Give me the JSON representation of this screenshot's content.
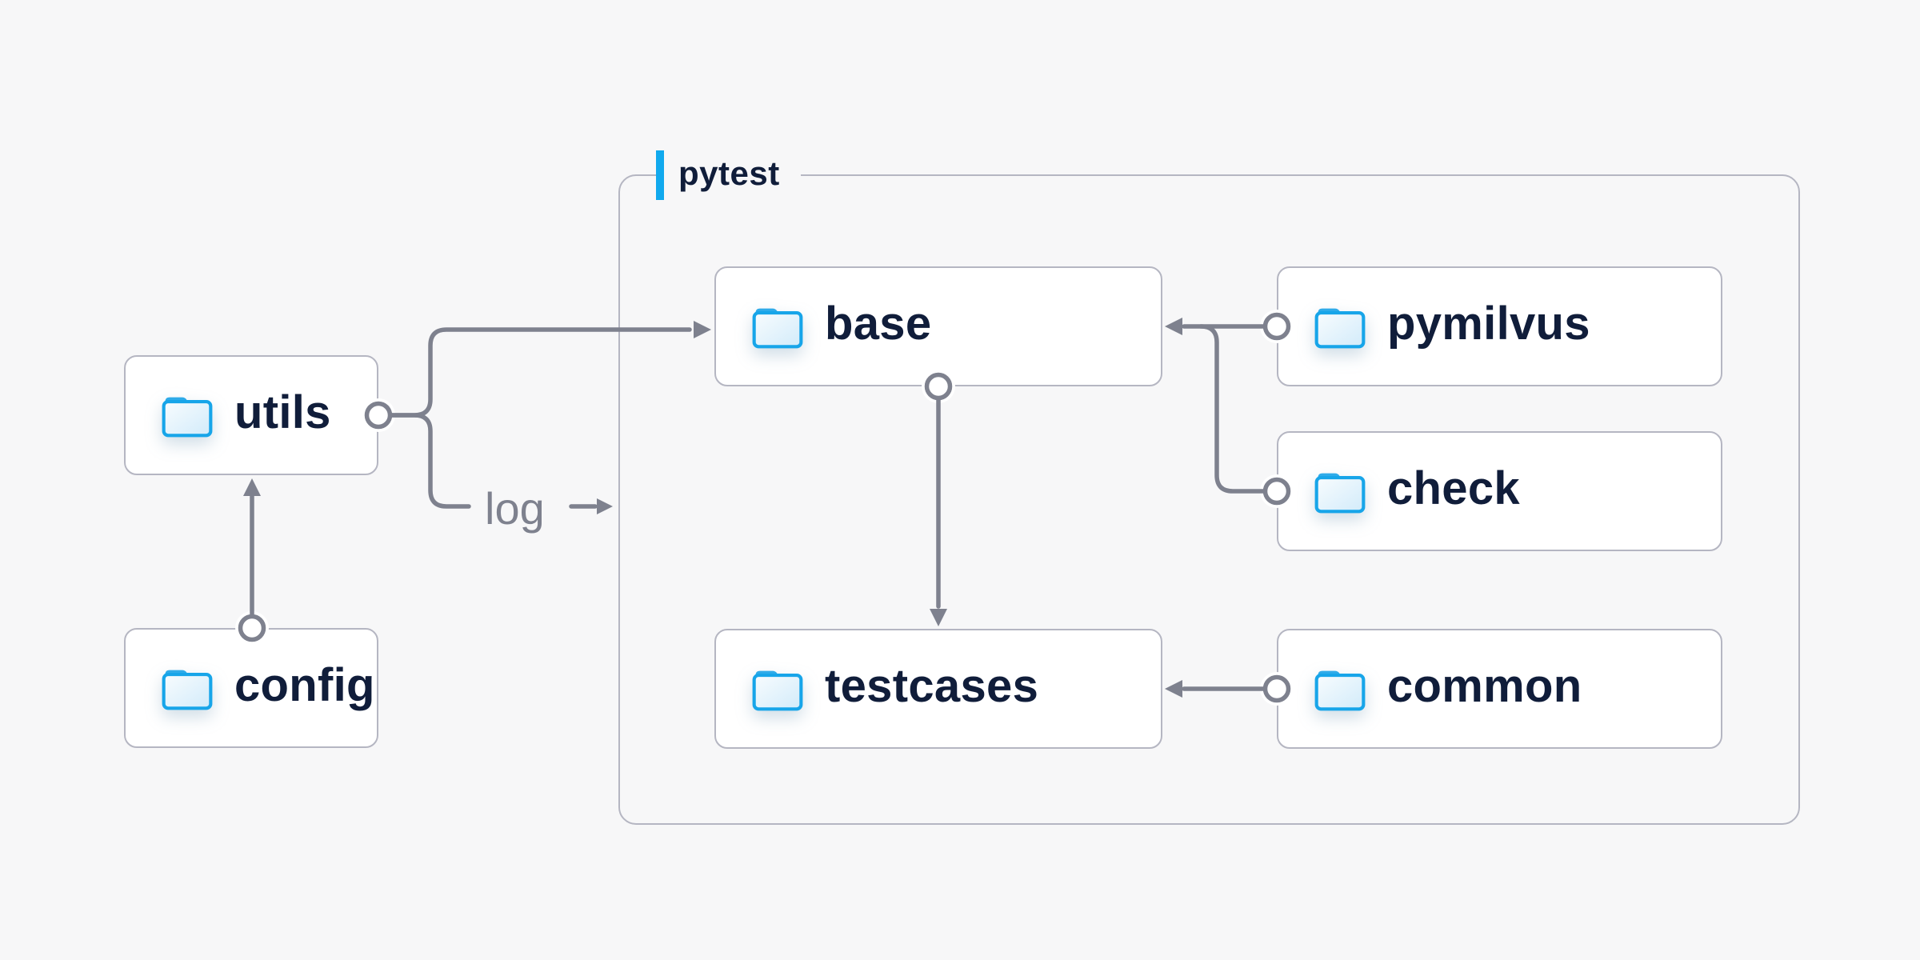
{
  "diagram": {
    "group": {
      "label": "pytest"
    },
    "log_label": "log",
    "nodes": {
      "utils": {
        "label": "utils",
        "icon": "folder-icon"
      },
      "config": {
        "label": "config",
        "icon": "folder-icon"
      },
      "base": {
        "label": "base",
        "icon": "folder-icon"
      },
      "testcases": {
        "label": "testcases",
        "icon": "folder-icon"
      },
      "pymilvus": {
        "label": "pymilvus",
        "icon": "folder-icon"
      },
      "check": {
        "label": "check",
        "icon": "folder-icon"
      },
      "common": {
        "label": "common",
        "icon": "folder-icon"
      }
    },
    "edges": [
      {
        "from": "config",
        "to": "utils",
        "label": ""
      },
      {
        "from": "utils",
        "to": "base",
        "label": "log"
      },
      {
        "from": "base",
        "to": "testcases",
        "label": ""
      },
      {
        "from": "pymilvus",
        "to": "base",
        "label": ""
      },
      {
        "from": "check",
        "to": "base",
        "label": ""
      },
      {
        "from": "common",
        "to": "testcases",
        "label": ""
      }
    ],
    "colors": {
      "background": "#f7f7f8",
      "accent_blue": "#10a9ee",
      "folder_blue": "#1ba7ea",
      "text_navy": "#101d3a",
      "connector_gray": "#7e818e",
      "border_gray": "#b5b6c2",
      "node_fill": "#ffffff"
    }
  }
}
